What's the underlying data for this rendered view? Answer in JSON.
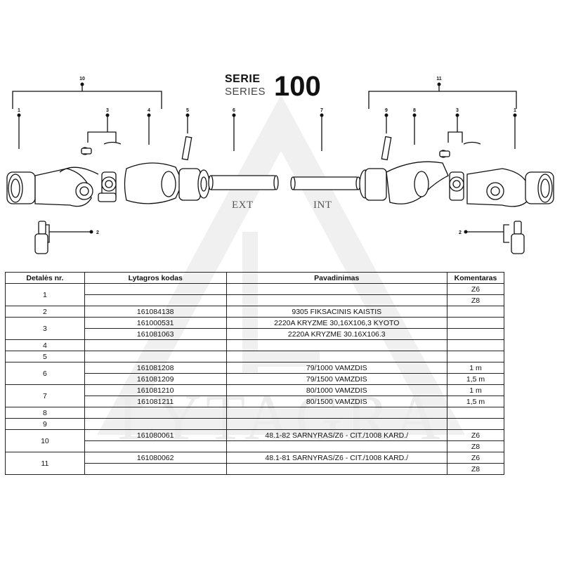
{
  "header": {
    "serie": "SERIE",
    "series": "SERIES",
    "number": "100"
  },
  "watermark": {
    "brand": "LYTAGRA"
  },
  "diagram": {
    "callouts": [
      "10",
      "1",
      "3",
      "4",
      "5",
      "6",
      "7",
      "9",
      "8",
      "3",
      "1",
      "11",
      "2",
      "2"
    ],
    "tube_ext": "EXT",
    "tube_int": "INT"
  },
  "table": {
    "headers": [
      "Detalės nr.",
      "Lytagros kodas",
      "Pavadinimas",
      "Komentaras"
    ],
    "groups": [
      {
        "nr": "1",
        "rows": [
          {
            "code": "",
            "name": "",
            "comment": "Z6"
          },
          {
            "code": "",
            "name": "",
            "comment": "Z8"
          }
        ]
      },
      {
        "nr": "2",
        "rows": [
          {
            "code": "161084138",
            "name": "9305 FIKSACINIS KAISTIS",
            "comment": ""
          }
        ]
      },
      {
        "nr": "3",
        "rows": [
          {
            "code": "161000531",
            "name": "2220A KRYZME 30,16X106,3 KYOTO",
            "comment": ""
          },
          {
            "code": "161081063",
            "name": "2220A KRYZME 30.16X106.3",
            "comment": ""
          }
        ]
      },
      {
        "nr": "4",
        "rows": [
          {
            "code": "",
            "name": "",
            "comment": ""
          }
        ]
      },
      {
        "nr": "5",
        "rows": [
          {
            "code": "",
            "name": "",
            "comment": ""
          }
        ]
      },
      {
        "nr": "6",
        "rows": [
          {
            "code": "161081208",
            "name": "79/1000 VAMZDIS",
            "comment": "1 m"
          },
          {
            "code": "161081209",
            "name": "79/1500 VAMZDIS",
            "comment": "1,5 m"
          }
        ]
      },
      {
        "nr": "7",
        "rows": [
          {
            "code": "161081210",
            "name": "80/1000 VAMZDIS",
            "comment": "1 m"
          },
          {
            "code": "161081211",
            "name": "80/1500 VAMZDIS",
            "comment": "1,5 m"
          }
        ]
      },
      {
        "nr": "8",
        "rows": [
          {
            "code": "",
            "name": "",
            "comment": ""
          }
        ]
      },
      {
        "nr": "9",
        "rows": [
          {
            "code": "",
            "name": "",
            "comment": ""
          }
        ]
      },
      {
        "nr": "10",
        "rows": [
          {
            "code": "161080061",
            "name": "48.1-82 SARNYRAS/Z6 - CIT./1008 KARD./",
            "comment": "Z6"
          },
          {
            "code": "",
            "name": "",
            "comment": "Z8"
          }
        ]
      },
      {
        "nr": "11",
        "rows": [
          {
            "code": "161080062",
            "name": "48.1-81 SARNYRAS/Z6 - CIT./1008 KARD./",
            "comment": "Z6"
          },
          {
            "code": "",
            "name": "",
            "comment": "Z8"
          }
        ]
      }
    ]
  }
}
